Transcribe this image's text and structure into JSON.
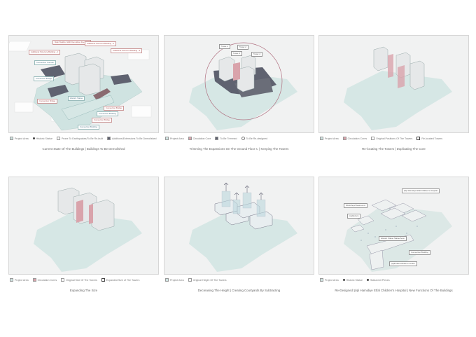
{
  "colors": {
    "project_area": "#cfe3e1",
    "circulation_core": "#d9a3ab",
    "to_be_trimmed": "#5f6270",
    "building_grey": "#e4e6e7",
    "city_block": "#ffffff",
    "frame_border": "#d6d6d6"
  },
  "panels": [
    {
      "id": "current-state",
      "caption": "Current State Of The Buildings | Buildings To Be Demolished",
      "legend": [
        {
          "icon": "square-teal",
          "label": "Project Area"
        },
        {
          "icon": "dot",
          "label": "Historic Statue"
        },
        {
          "icon": "square-outline",
          "label": "Prone To Earthquakes/To Be Re-built"
        },
        {
          "icon": "square-dark",
          "label": "Additions/Extensions To Be Demolished"
        }
      ],
      "labels": [
        {
          "text": "Main Building With Demolition Decision",
          "style": "red"
        },
        {
          "text": "Additional Structure Building - 1",
          "style": "red"
        },
        {
          "text": "Additional Structure Building - 2",
          "style": "red"
        },
        {
          "text": "Additional Structure Building - 3",
          "style": "red"
        },
        {
          "text": "Connection Corridor",
          "style": "blue"
        },
        {
          "text": "Connection Bridge",
          "style": "blue"
        },
        {
          "text": "Connection Bridge",
          "style": "red"
        },
        {
          "text": "Historic Statue",
          "style": "blue"
        },
        {
          "text": "Connection Bridge",
          "style": "red"
        },
        {
          "text": "Connection Building",
          "style": "blue"
        },
        {
          "text": "Connection Bridge",
          "style": "red"
        },
        {
          "text": "Connection Building",
          "style": "blue"
        }
      ]
    },
    {
      "id": "trimming",
      "caption": "Trimming The Expansions On The Ground Floor s. | Keeping The Towers",
      "legend": [
        {
          "icon": "square-teal",
          "label": "Project Area"
        },
        {
          "icon": "square-pink",
          "label": "Circulation Core"
        },
        {
          "icon": "square-hatched",
          "label": "To Be Trimmed"
        },
        {
          "icon": "circle-outline",
          "label": "To Be Re-designed"
        }
      ],
      "labels": [
        {
          "text": "Tower-1",
          "style": "grey"
        },
        {
          "text": "Tower-2",
          "style": "grey"
        },
        {
          "text": "Tower-3",
          "style": "grey"
        },
        {
          "text": "Tower-4",
          "style": "grey"
        }
      ]
    },
    {
      "id": "relocating",
      "caption": "Re-locating The Towers | Duplicating The Core",
      "legend": [
        {
          "icon": "square-teal",
          "label": "Project Area"
        },
        {
          "icon": "square-pink",
          "label": "Circulation Cores"
        },
        {
          "icon": "square-outline",
          "label": "Original Positions Of The Towers"
        },
        {
          "icon": "square-outline-dark",
          "label": "Re-located Towers"
        }
      ],
      "labels": []
    },
    {
      "id": "expanding",
      "caption": "Expanding The Size",
      "legend": [
        {
          "icon": "square-teal",
          "label": "Project Area"
        },
        {
          "icon": "square-pink",
          "label": "Circulation Cores"
        },
        {
          "icon": "square-outline",
          "label": "Original Size Of The Towers"
        },
        {
          "icon": "square-outline-dark",
          "label": "Expanded Size of The Towers"
        }
      ],
      "labels": []
    },
    {
      "id": "decreasing",
      "caption": "Decreasing The Height | Creating Courtyards By Subtracting",
      "legend": [
        {
          "icon": "square-teal",
          "label": "Project Area"
        },
        {
          "icon": "square-outline",
          "label": "Original Height Of The Towers"
        }
      ],
      "labels": []
    },
    {
      "id": "redesigned",
      "caption": "Re-Designed Şişli Hamidiye Etfal Children's Hospital | New Functions Of The Buildings",
      "legend": [
        {
          "icon": "square-teal",
          "label": "Project Area"
        },
        {
          "icon": "dot",
          "label": "Historic Statue"
        },
        {
          "icon": "dot",
          "label": "Statue/Art Pieces"
        }
      ],
      "labels": [
        {
          "text": "Şişli Hamidiye Etfal Children's Hospital",
          "style": "grey"
        },
        {
          "text": "Workshop/Classrooms",
          "style": "grey"
        },
        {
          "text": "Auditorium",
          "style": "grey"
        },
        {
          "text": "Historic Statue Statue Area",
          "style": "grey"
        },
        {
          "text": "Connection Building",
          "style": "grey"
        },
        {
          "text": "Şişli Etfal Children's Center",
          "style": "grey"
        }
      ]
    }
  ]
}
